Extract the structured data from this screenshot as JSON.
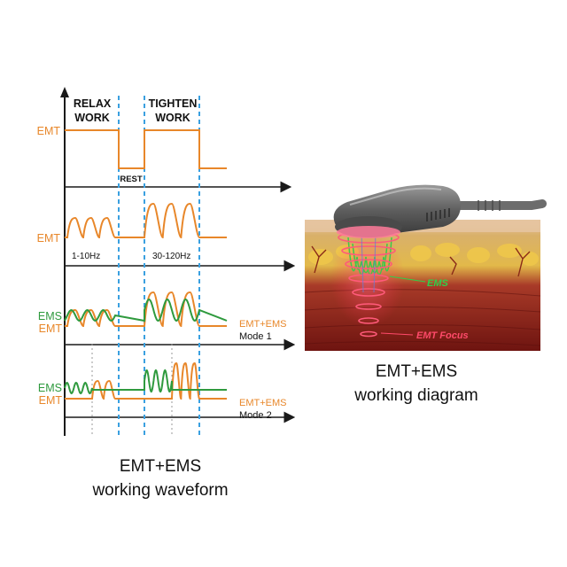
{
  "waveform": {
    "phase_labels": {
      "relax_line1": "RELAX",
      "relax_line2": "WORK",
      "tighten_line1": "TIGHTEN",
      "tighten_line2": "WORK",
      "rest": "REST"
    },
    "rows": {
      "row1_emt": "EMT",
      "row2_emt": "EMT",
      "row2_freq_low": "1-10Hz",
      "row2_freq_high": "30-120Hz",
      "row3_ems": "EMS",
      "row3_emt": "EMT",
      "row3_combo": "EMT+EMS",
      "row3_mode": "Mode 1",
      "row4_ems": "EMS",
      "row4_emt": "EMT",
      "row4_combo": "EMT+EMS",
      "row4_mode": "Mode 2"
    },
    "caption_line1": "EMT+EMS",
    "caption_line2": "working waveform"
  },
  "device": {
    "ems_label": "EMS",
    "emt_focus_label": "EMT  Focus",
    "caption_line1": "EMT+EMS",
    "caption_line2": "working diagram"
  },
  "colors": {
    "emt": "#e8872a",
    "ems": "#2f9a3e",
    "dash": "#3aa0e0",
    "axis": "#1a1a1a"
  }
}
